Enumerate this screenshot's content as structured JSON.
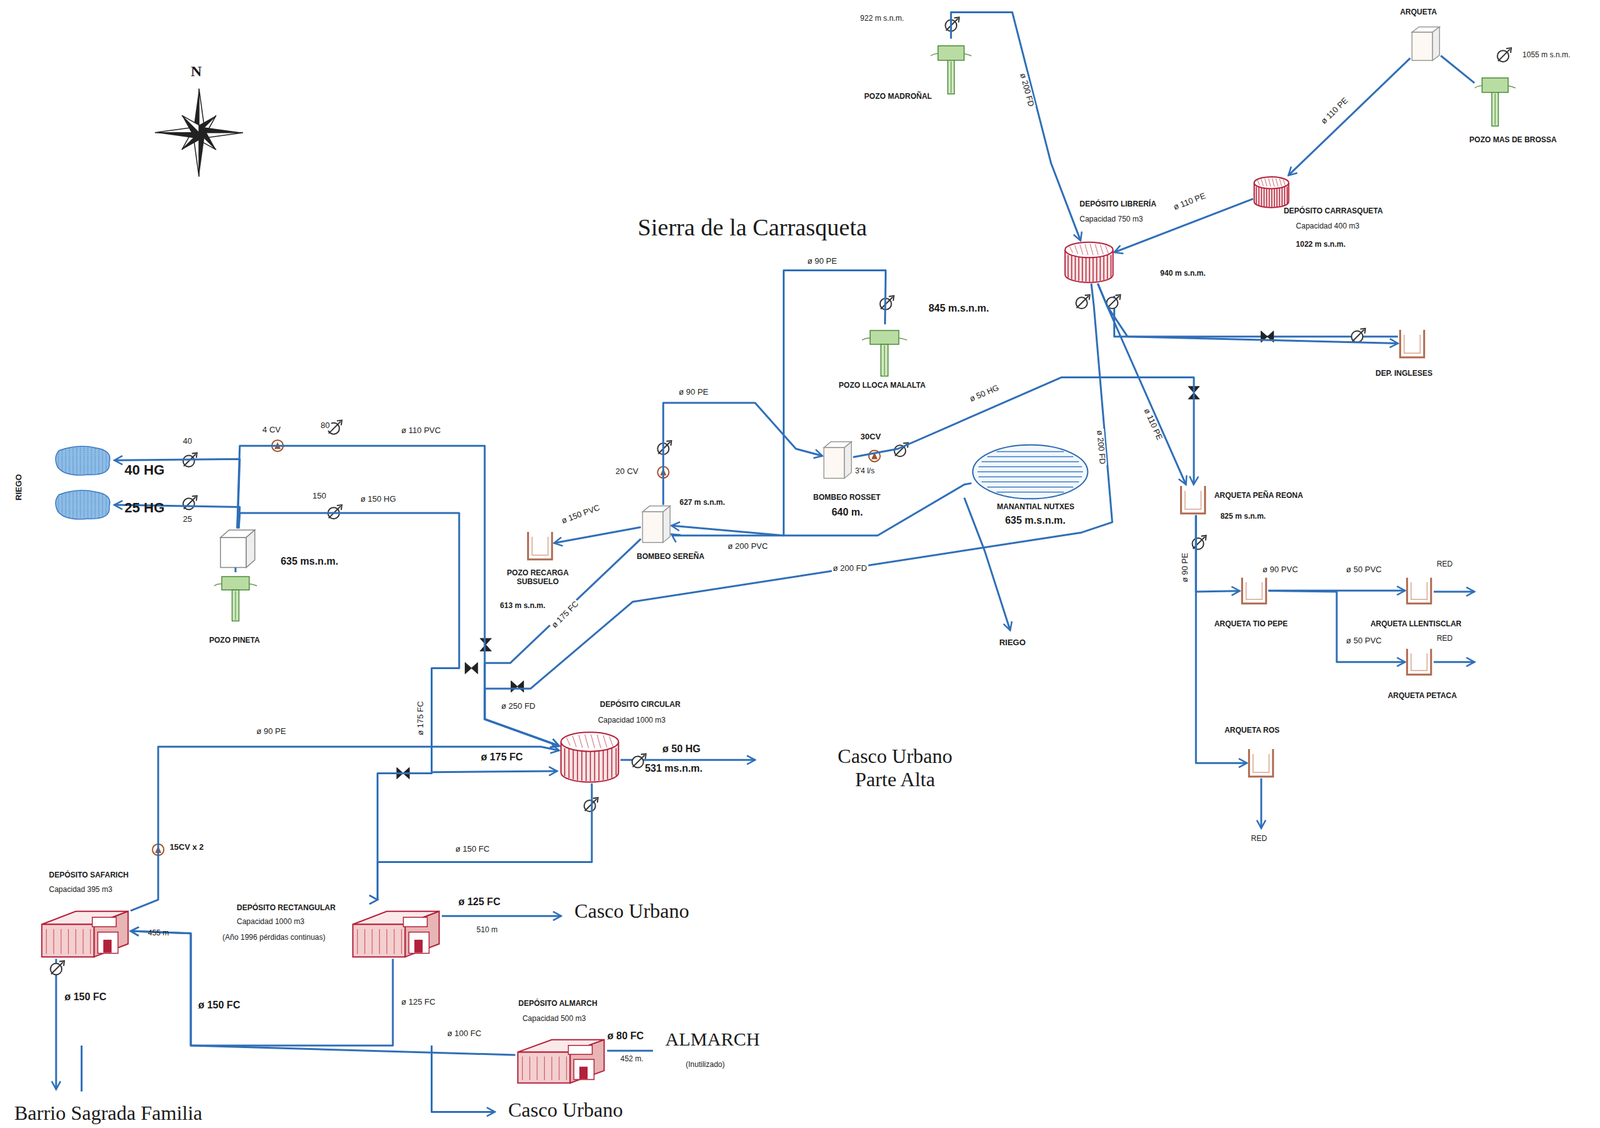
{
  "diagram": {
    "nodes": [
      {
        "text": [
          "922 m s.n.m.",
          "POZO MADROÑAL"
        ]
      },
      {
        "text": [
          "ARQUETA"
        ]
      },
      {
        "text": [
          "1055 m s.n.m.",
          "POZO MAS DE BROSSA"
        ]
      },
      {
        "text": [
          "DEPÓSITO CARRASQUETA",
          "Capacidad 400 m3",
          "1022 m s.n.m."
        ]
      },
      {
        "text": [
          "DEPÓSITO LIBRERÍA",
          "Capacidad 750 m3",
          "940 m s.n.m."
        ]
      },
      {
        "text": [
          "DEP. INGLESES"
        ]
      },
      {
        "text": [
          "845 m.s.n.m.",
          "POZO LLOCA MALALTA"
        ]
      },
      {
        "text": [
          "3'4 l/s",
          "BOMBEO ROSSET",
          "640 m."
        ]
      },
      {
        "text": [
          "627 m s.n.m.",
          "BOMBEO SEREÑA"
        ]
      },
      {
        "text": [
          "POZO RECARGA SUBSUELO",
          "613 m s.n.m."
        ]
      },
      {
        "text": [
          "MANANTIAL NUTXES",
          "635 m.s.n.m."
        ]
      },
      {
        "text": [
          "ARQUETA PEÑA REONA",
          "825 m s.n.m."
        ]
      },
      {
        "text": [
          "ARQUETA TIO PEPE"
        ]
      },
      {
        "text": [
          "ARQUETA LLENTISCLAR"
        ]
      },
      {
        "text": [
          "ARQUETA PETACA"
        ]
      },
      {
        "text": [
          "ARQUETA ROS"
        ]
      },
      {
        "text": [
          "635 ms.n.m.",
          "POZO PINETA"
        ]
      },
      {
        "text": [
          "40 HG"
        ]
      },
      {
        "text": [
          "25 HG"
        ]
      },
      {
        "text": [
          "DEPÓSITO CIRCULAR",
          "Capacidad 1000 m3",
          "531 ms.n.m."
        ]
      },
      {
        "text": [
          "DEPÓSITO SAFARICH",
          "Capacidad 395 m3",
          "455 m"
        ]
      },
      {
        "text": [
          "DEPÓSITO RECTANGULAR",
          "Capacidad 1000 m3",
          "(Año 1996 pérdidas continuas)",
          "510 m"
        ]
      },
      {
        "text": [
          "DEPÓSITO ALMARCH",
          "Capacidad 500 m3",
          "452 m.",
          "ALMARCH",
          "(Inutilizado)"
        ]
      }
    ],
    "edges": [
      {
        "from": 0,
        "to": 4,
        "arrow": "to",
        "label": "ø 200 FD"
      },
      {
        "from": 2,
        "to": 1,
        "arrow": "none"
      },
      {
        "from": 1,
        "to": 3,
        "arrow": "to",
        "label": "ø 110 PE"
      },
      {
        "from": 3,
        "to": 4,
        "arrow": "to",
        "label": "ø 110 PE"
      },
      {
        "from": 4,
        "to": 5,
        "arrow": "to"
      },
      {
        "from": 4,
        "to": 11,
        "arrow": "to",
        "label": "ø 110 PE"
      },
      {
        "from": 4,
        "to": 19,
        "arrow": "to",
        "label": "ø 200 FD"
      },
      {
        "from": 10,
        "to": 8,
        "arrow": "to",
        "label": "ø 200 PVC"
      },
      {
        "from": 6,
        "to": 8,
        "arrow": "to",
        "label": "ø 90 PE"
      },
      {
        "from": 8,
        "to": 7,
        "arrow": "to",
        "label": "ø 90 PE"
      },
      {
        "from": 7,
        "to": 11,
        "arrow": "to",
        "label": "ø 50 HG"
      },
      {
        "from": 8,
        "to": 9,
        "arrow": "to",
        "label": "ø 150 PVC"
      },
      {
        "from": 8,
        "to": 19,
        "arrow": "to",
        "label": "ø 175 FC"
      },
      {
        "from": 11,
        "to": 12,
        "arrow": "to",
        "label": "ø 90 PE"
      },
      {
        "from": 12,
        "to": 13,
        "arrow": "to",
        "label": "ø 90 PVC"
      },
      {
        "from": 12,
        "to": 14,
        "arrow": "to",
        "label": "ø 50 PVC"
      },
      {
        "from": 11,
        "to": 15,
        "arrow": "to"
      },
      {
        "from": 16,
        "to": 17,
        "arrow": "to",
        "label": "40"
      },
      {
        "from": 16,
        "to": 18,
        "arrow": "to",
        "label": "25"
      },
      {
        "from": 16,
        "to": 19,
        "arrow": "to",
        "label": "ø 110 PVC"
      },
      {
        "from": 16,
        "to": 21,
        "arrow": "to",
        "label": "ø 150 HG"
      },
      {
        "from": 19,
        "to": 21,
        "arrow": "to",
        "label": "ø 150 FC"
      },
      {
        "from": 20,
        "to": 19,
        "arrow": "to",
        "label": "ø 90 PE"
      },
      {
        "from": 21,
        "to": 20,
        "arrow": "to",
        "label": "ø 125 FC"
      },
      {
        "from": 22,
        "to": 20,
        "arrow": "to",
        "label": "ø 100 FC"
      }
    ],
    "labels": [
      "N",
      "Sierra de la Carrasqueta",
      "RIEGO",
      "RIEGO",
      "RED",
      "RED",
      "RED",
      "Casco Urbano Parte Alta",
      "Casco Urbano",
      "Casco Urbano",
      "Barrio Sagrada Familia",
      "ø 50 HG",
      "ø 175 FC",
      "ø 125 FC",
      "ø 150 FC",
      "ø 150 FC",
      "ø 80 FC",
      "4 CV",
      "80",
      "150",
      "20 CV",
      "30CV",
      "15CV x 2",
      "ø 200 FD",
      "ø 250 FD",
      "ø 50 PVC",
      "ø 175 FC"
    ]
  }
}
